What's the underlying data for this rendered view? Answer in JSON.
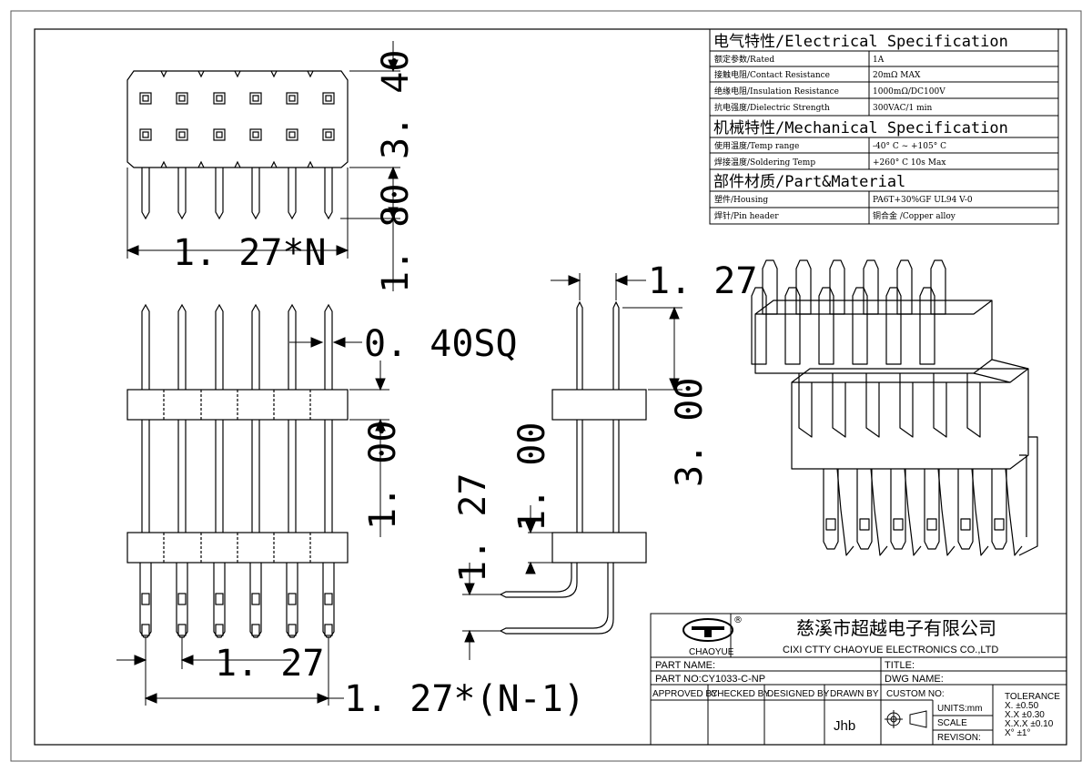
{
  "spec": {
    "electrical_header": "电气特性/Electrical Specification",
    "rated_label": "额定参数/Rated",
    "rated_value": "1A",
    "contact_label": "接触电阻/Contact Resistance",
    "contact_value": "20mΩ MAX",
    "insulation_label": "绝缘电阻/Insulation Resistance",
    "insulation_value": "1000mΩ/DC100V",
    "dielectric_label": "抗电强度/Dielectric Strength",
    "dielectric_value": "300VAC/1 min",
    "mechanical_header": "机械特性/Mechanical Specification",
    "temp_label": "使用温度/Temp range",
    "temp_value": "-40° C ~ +105° C",
    "solder_label": "焊接温度/Soldering Temp",
    "solder_value": "+260° C  10s Max",
    "material_header": "部件材质/Part&Material",
    "housing_label": "塑件/Housing",
    "housing_value": "PA6T+30%GF  UL94  V-0",
    "pin_label": "焊针/Pin header",
    "pin_value": "铜合金 /Copper alloy"
  },
  "dims": {
    "d340": "3. 40",
    "d180": "1. 80",
    "d127N": "1. 27*N",
    "d040": "0. 40SQ",
    "d100_left": "1. 00",
    "d127_bottom": "1. 27",
    "d127N1": "1. 27*(N-1)",
    "d127_top": "1. 27",
    "d300": "3. 00",
    "d100_mid": "1. 00",
    "d127_mid": "1. 27"
  },
  "titleblock": {
    "company_cn": "慈溪市超越电子有限公司",
    "company_en": "CIXI CTTY CHAOYUE ELECTRONICS CO.,LTD",
    "logo_text": "CHAOYUE",
    "part_name_label": "PART NAME:",
    "title_label": "TITLE:",
    "part_no_label": "PART NO:CY1033-C-NP",
    "dwg_name_label": "DWG NAME:",
    "approved_by": "APPROVED BY",
    "checked_by": "CHECKED BY",
    "designed_by": "DESIGNED BY",
    "drawn_by": "DRAWN BY",
    "drawn_by_value": "Jhb",
    "custom_no": "CUSTOM NO:",
    "units": "UNITS:mm",
    "scale": "SCALE",
    "revision": "REVISON:",
    "tolerance": "TOLERANCE",
    "tol1": "X.     ±0.50",
    "tol2": "X.X    ±0.30",
    "tol3": "X.X.X  ±0.10",
    "tol4": "X°     ±1°"
  }
}
